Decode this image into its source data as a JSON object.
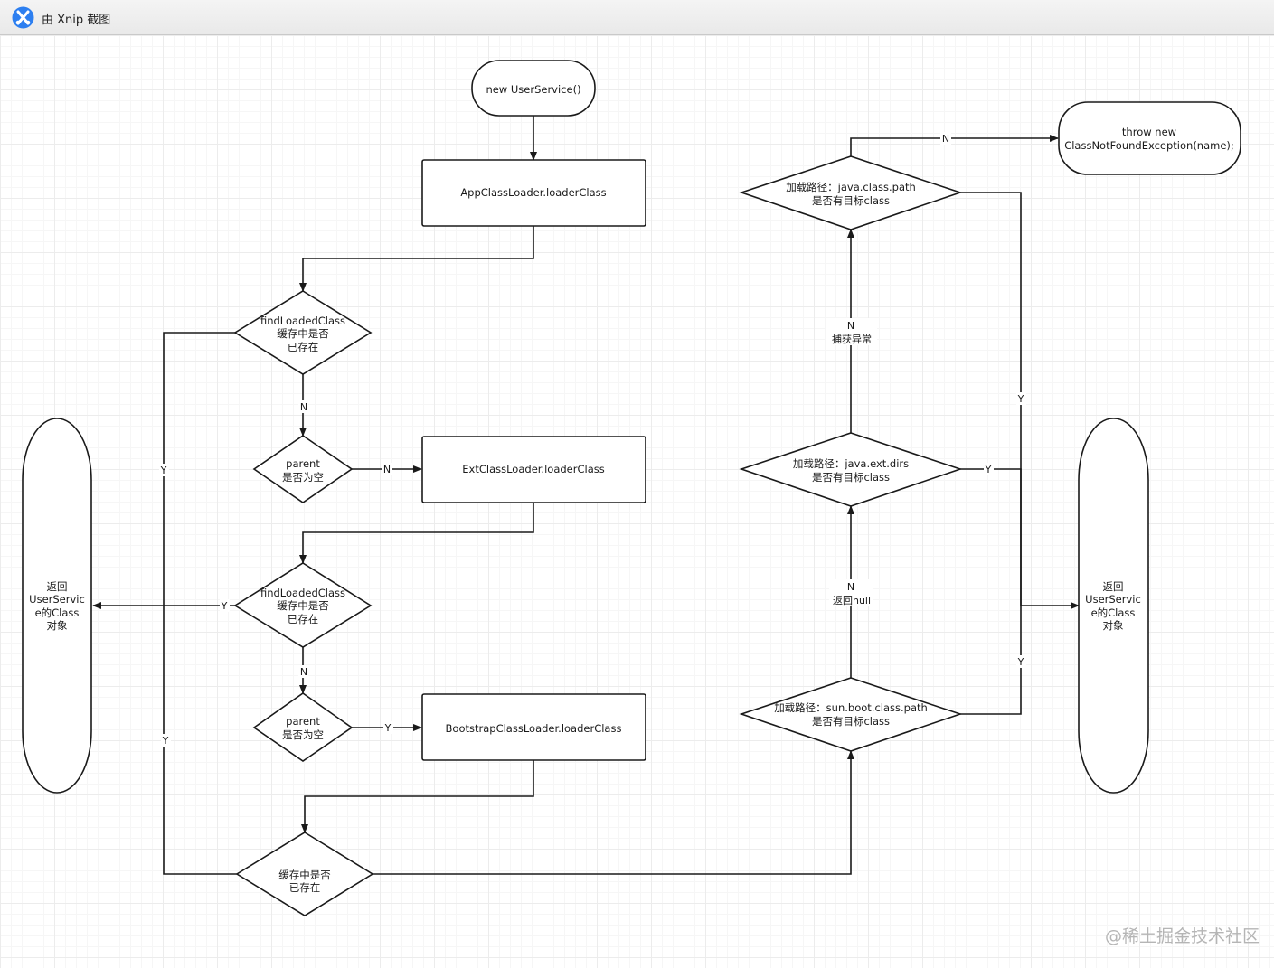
{
  "window": {
    "title": "由 Xnip 截图"
  },
  "nodes": {
    "start": "new UserService()",
    "app_loader": "AppClassLoader.loaderClass",
    "find1": [
      "findLoadedClass",
      "缓存中是否",
      "已存在"
    ],
    "parent1": [
      "parent",
      "是否为空"
    ],
    "ext_loader": "ExtClassLoader.loaderClass",
    "find2": [
      "findLoadedClass",
      "缓存中是否",
      "已存在"
    ],
    "parent2": [
      "parent",
      "是否为空"
    ],
    "bootstrap_loader": "BootstrapClassLoader.loaderClass",
    "cache3": [
      "缓存中是否",
      "已存在"
    ],
    "return_left": [
      "返回",
      "UserServic",
      "e的Class",
      "对象"
    ],
    "return_right": [
      "返回",
      "UserServic",
      "e的Class",
      "对象"
    ],
    "boot_path": [
      "加载路径：sun.boot.class.path",
      "是否有目标class"
    ],
    "ext_path": [
      "加载路径：java.ext.dirs",
      "是否有目标class"
    ],
    "class_path": [
      "加载路径：java.class.path",
      "是否有目标class"
    ],
    "throw": [
      "throw new",
      "ClassNotFoundException(name);"
    ]
  },
  "edge_labels": {
    "find1_n": "N",
    "parent1_n": "N",
    "find1_y": "Y",
    "find2_y": "Y",
    "find2_n": "N",
    "parent2_y": "Y",
    "cache3_y": "Y",
    "boot_n": "N",
    "boot_n_note": "返回null",
    "boot_y": "Y",
    "ext_n": "N",
    "ext_n_note": "捕获异常",
    "ext_y": "Y",
    "class_n": "N",
    "class_y": "Y"
  },
  "watermark": "@稀土掘金技术社区",
  "colors": {
    "stroke": "#1a1a1a",
    "grid": "#ececec",
    "app_icon": "#2d7ff0"
  }
}
